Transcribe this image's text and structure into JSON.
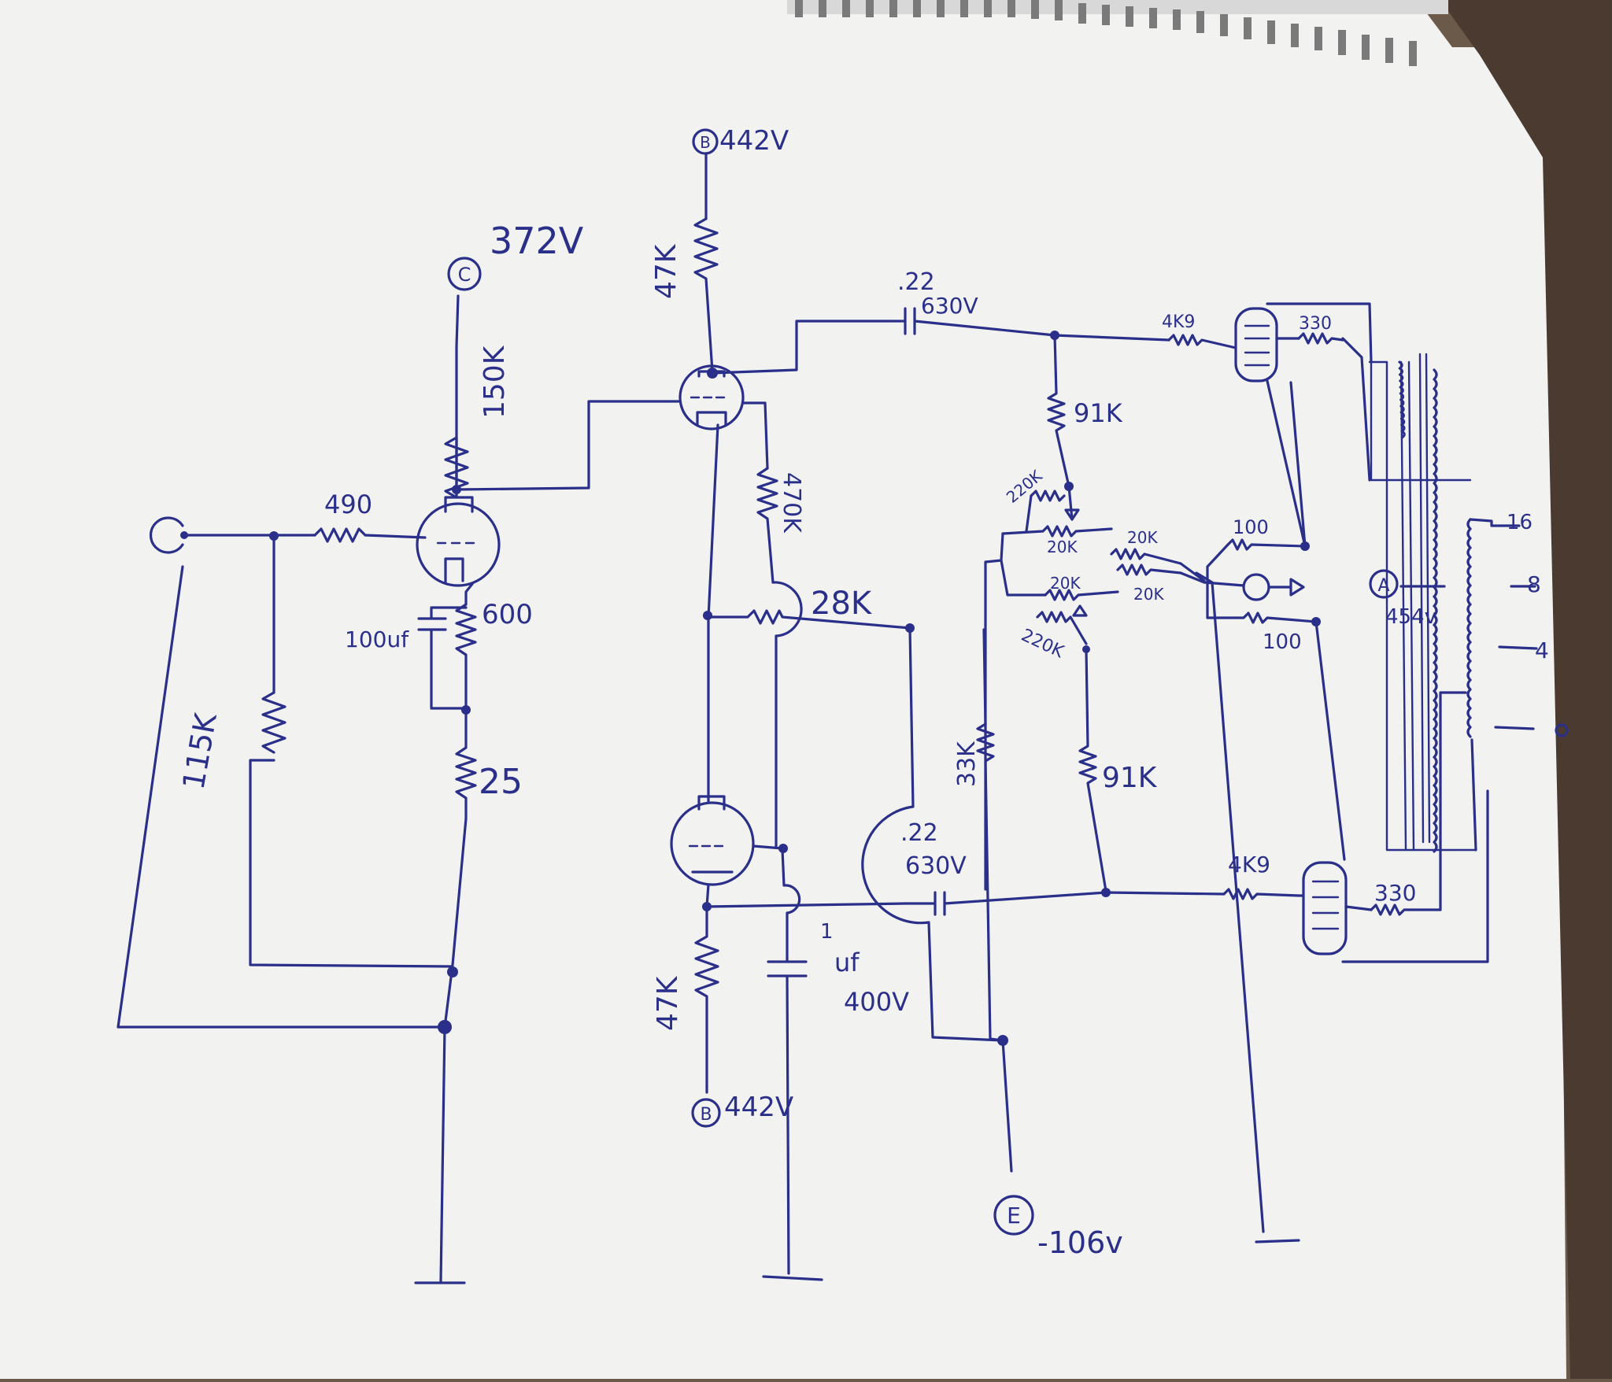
{
  "rails": {
    "b_top": {
      "letter": "B",
      "voltage": "442V"
    },
    "b_bottom": {
      "letter": "B",
      "voltage": "442V"
    },
    "c": {
      "letter": "C",
      "voltage": "372V"
    },
    "a": {
      "letter": "A",
      "voltage": "454v"
    },
    "e": {
      "letter": "E",
      "voltage": "-106v"
    }
  },
  "resistors": {
    "r490": "490",
    "r150k": "150K",
    "r600": "600",
    "r25": "25",
    "r115k": "115K",
    "r47k_top": "47K",
    "r470k": "470K",
    "r28k": "28K",
    "r47k_bottom": "47K",
    "r33k": "33K",
    "r91k_top": "91K",
    "r91k_bottom": "91K",
    "r220k_top": "220K",
    "r220k_bottom": "220K",
    "pot20k_top": "20K",
    "pot20k_bottom": "20K",
    "r20k_right_top": "20K",
    "r20k_right_bottom": "20K",
    "r100_top": "100",
    "r100_bottom": "100",
    "r4k9_top": "4K9",
    "r4k9_bottom": "4K9",
    "r330_top": "330",
    "r330_bottom": "330"
  },
  "capacitors": {
    "c100uf": "100uf",
    "c22_top_value": ".22",
    "c22_top_voltage": "630V",
    "c22_bottom_value": ".22",
    "c22_bottom_voltage": "630V",
    "c1uf_value": "1",
    "c1uf_unit": "uf",
    "c1uf_voltage": "400V"
  },
  "output_taps": [
    "16",
    "8",
    "4",
    "0"
  ]
}
